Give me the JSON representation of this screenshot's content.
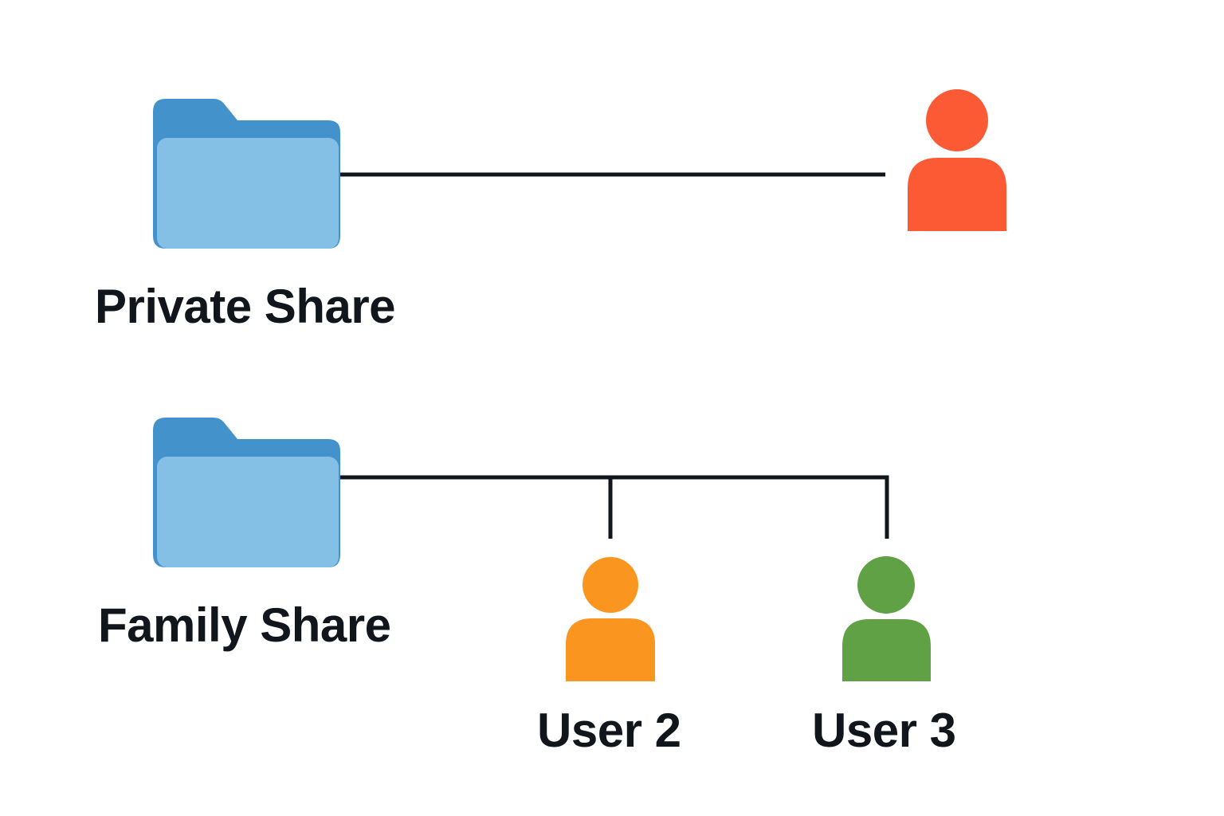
{
  "shares": [
    {
      "label": "Private Share",
      "icon": "folder-icon",
      "users": [
        {
          "label": "",
          "icon": "user-icon",
          "color": "#fb5a35"
        }
      ]
    },
    {
      "label": "Family Share",
      "icon": "folder-icon",
      "users": [
        {
          "label": "User 2",
          "icon": "user-icon",
          "color": "#fa951f"
        },
        {
          "label": "User 3",
          "icon": "user-icon",
          "color": "#61a145"
        }
      ]
    }
  ],
  "colors": {
    "folder_back": "#4492cc",
    "folder_front": "#84c0e6",
    "connector": "#11161c",
    "text": "#11161c"
  }
}
